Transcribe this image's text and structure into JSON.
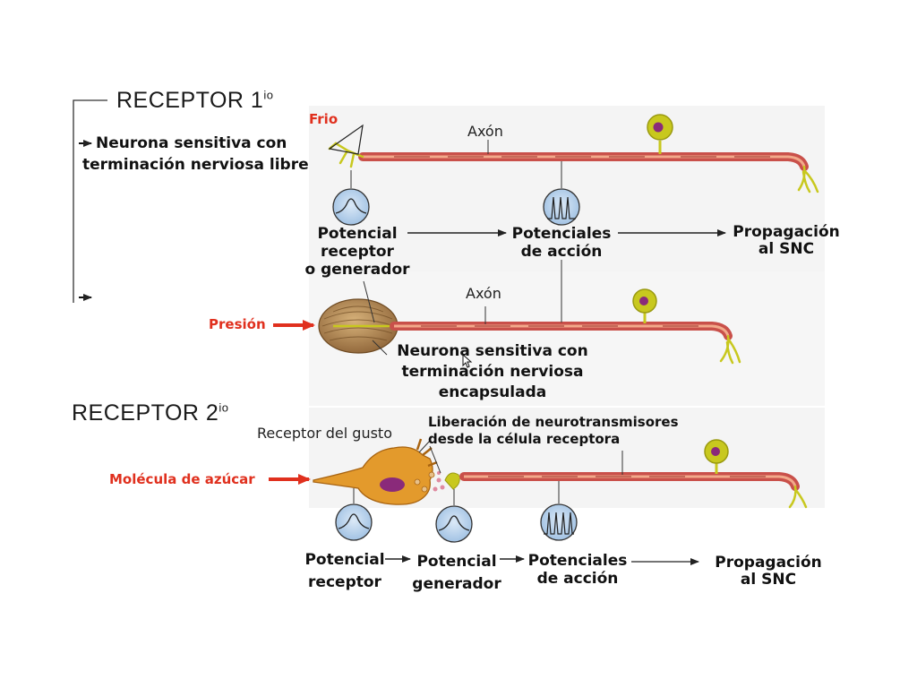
{
  "headings": {
    "receptor1": "RECEPTOR 1",
    "receptor1_sup": "io",
    "receptor2": "RECEPTOR 2",
    "receptor2_sup": "io"
  },
  "panel1": {
    "stimulus": "Frio",
    "neuron_label_line1": "Neurona sensitiva con",
    "neuron_label_line2": "terminación nerviosa libre",
    "axon_label": "Axón",
    "step1_line1": "Potencial",
    "step1_line2": "receptor",
    "step1_line3": "o generador",
    "step2_line1": "Potenciales",
    "step2_line2": "de acción",
    "step3_line1": "Propagación",
    "step3_line2": "al SNC"
  },
  "panel2": {
    "stimulus": "Presión",
    "axon_label": "Axón",
    "neuron_label_line1": "Neurona sensitiva con",
    "neuron_label_line2": "terminación nerviosa",
    "neuron_label_line3": "encapsulada"
  },
  "panel3": {
    "stimulus": "Molécula de azúcar",
    "receptor_label": "Receptor del gusto",
    "release_line1": "Liberación de neurotransmisores",
    "release_line2": "desde la célula receptora",
    "step1_line1": "Potencial",
    "step1_line2": "receptor",
    "step2_line1": "Potencial",
    "step2_line2": "generador",
    "step3_line1": "Potenciales",
    "step3_line2": "de acción",
    "step4_line1": "Propagación",
    "step4_line2": "al SNC"
  },
  "colors": {
    "axon": "#c9504a",
    "axon_core": "#f2a98a",
    "soma": "#c8c81e",
    "nucleus": "#8a2a7a",
    "stimulus_red": "#e0301e",
    "capsule": "#b28750",
    "taste_cell": "#e39a2c",
    "gauge_fill": "#b9d3ec",
    "panel_bg": "#f4f4f4"
  }
}
